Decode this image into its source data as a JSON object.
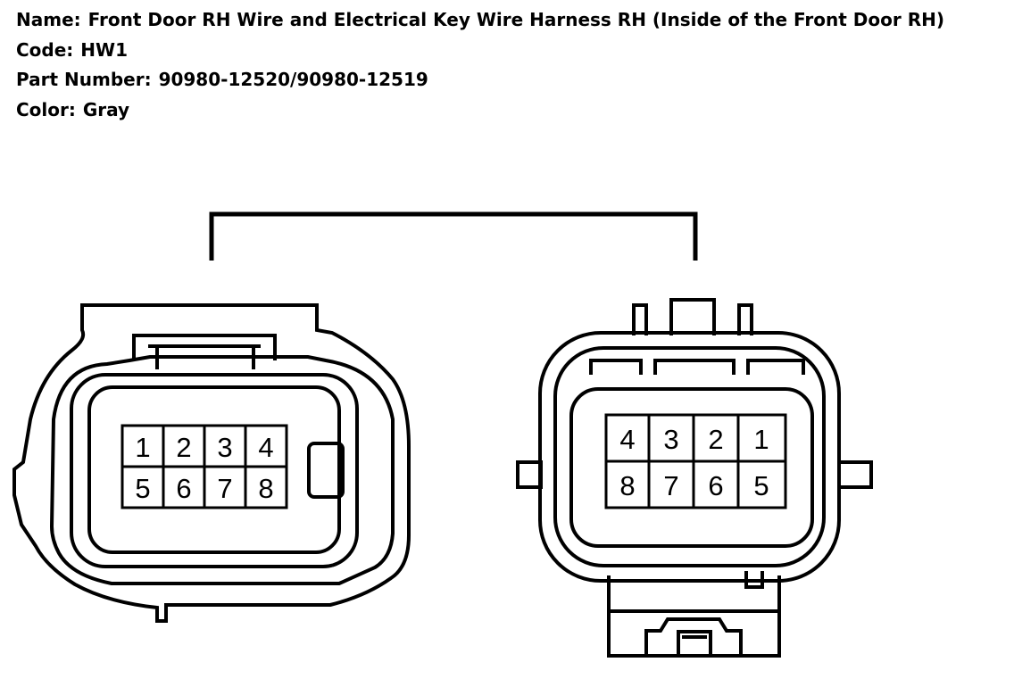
{
  "header": {
    "name_label": "Name:",
    "name_value": "Front Door RH Wire and Electrical Key Wire Harness RH (Inside of the Front Door RH)",
    "code_label": "Code:",
    "code_value": "HW1",
    "part_label": "Part Number:",
    "part_value": "90980-12520/90980-12519",
    "color_label": "Color:",
    "color_value": "Gray"
  },
  "connectors": {
    "female": {
      "pins_top": [
        "1",
        "2",
        "3",
        "4"
      ],
      "pins_bottom": [
        "5",
        "6",
        "7",
        "8"
      ]
    },
    "male": {
      "pins_top": [
        "4",
        "3",
        "2",
        "1"
      ],
      "pins_bottom": [
        "8",
        "7",
        "6",
        "5"
      ]
    }
  },
  "colors": {
    "line": "#000000",
    "background": "#ffffff"
  }
}
